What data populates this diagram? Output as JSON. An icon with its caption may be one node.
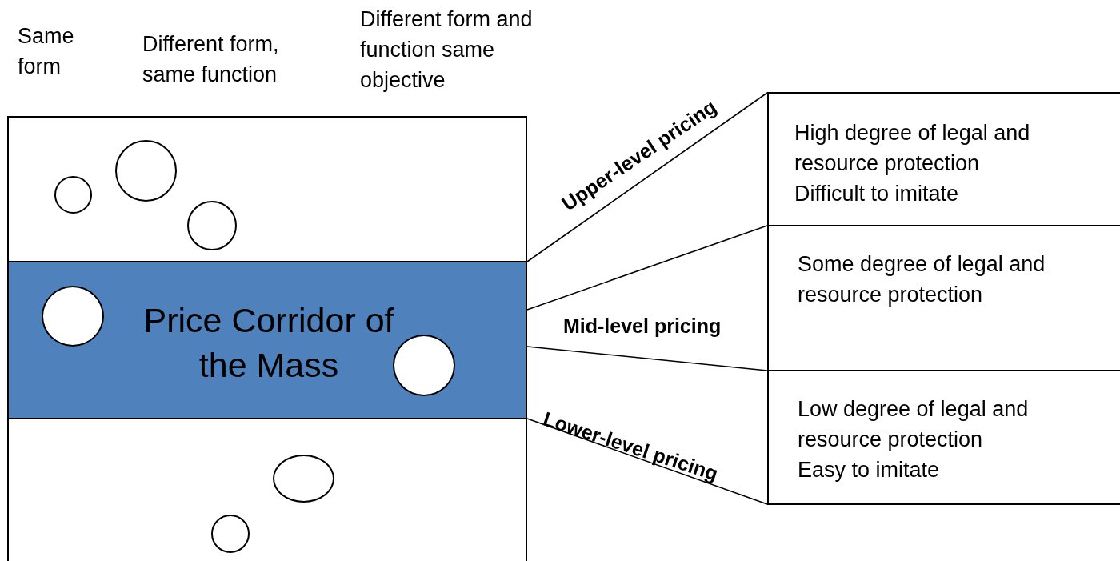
{
  "diagram": {
    "nodes": [
      {
        "text": [],
        "shape": "box"
      },
      {
        "text": [],
        "shape": "circle",
        "in": 0
      },
      {
        "text": [],
        "shape": "circle",
        "in": 0
      },
      {
        "text": [],
        "shape": "circle",
        "in": 0
      },
      {
        "text": [
          "Price Corridor of the Mass"
        ],
        "in": 0
      },
      {
        "text": [],
        "shape": "circle",
        "in": 4
      },
      {
        "text": [],
        "shape": "circle",
        "in": 4
      },
      {
        "text": [],
        "shape": "circle",
        "in": 0
      },
      {
        "text": [],
        "shape": "circle",
        "in": 0
      },
      {
        "text": [
          "High degree of legal and resource protection",
          "Difficult to imitate"
        ]
      },
      {
        "text": [
          "Some degree of legal and resource protection"
        ]
      },
      {
        "text": [
          "Low degree of legal and resource protection",
          "Easy to imitate"
        ]
      }
    ],
    "edges": [
      {
        "from": 4,
        "to": 9,
        "arrow": "none"
      },
      {
        "from": 4,
        "to": 10,
        "arrow": "none"
      },
      {
        "from": 4,
        "to": 11,
        "arrow": "none"
      },
      {
        "from": 4,
        "to": 11,
        "arrow": "none"
      }
    ],
    "labels": [
      "Same form",
      "Different form, same function",
      "Different form and function same objective",
      "Upper-level pricing",
      "Mid-level pricing",
      "Lower-level pricing"
    ]
  }
}
